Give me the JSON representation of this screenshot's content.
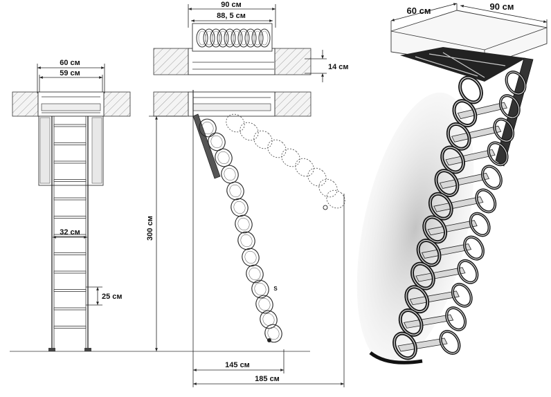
{
  "front_view": {
    "outer_width": "60 см",
    "inner_width": "59 см",
    "step_width": "32 см",
    "step_pitch": "25 см"
  },
  "side_view": {
    "hatch_length": "90 см",
    "inner_length": "88, 5 см",
    "box_height": "14 см",
    "total_height": "300 см",
    "extended_reach": "145 см",
    "total_reach": "185 см",
    "marker": "S"
  },
  "perspective_view": {
    "width": "60 см",
    "length": "90 см"
  },
  "colors": {
    "ink": "#222222",
    "ladder_dark": "#1a1a1a",
    "ladder_light": "#d8d8d8",
    "shadow": "#bdbdbd"
  }
}
